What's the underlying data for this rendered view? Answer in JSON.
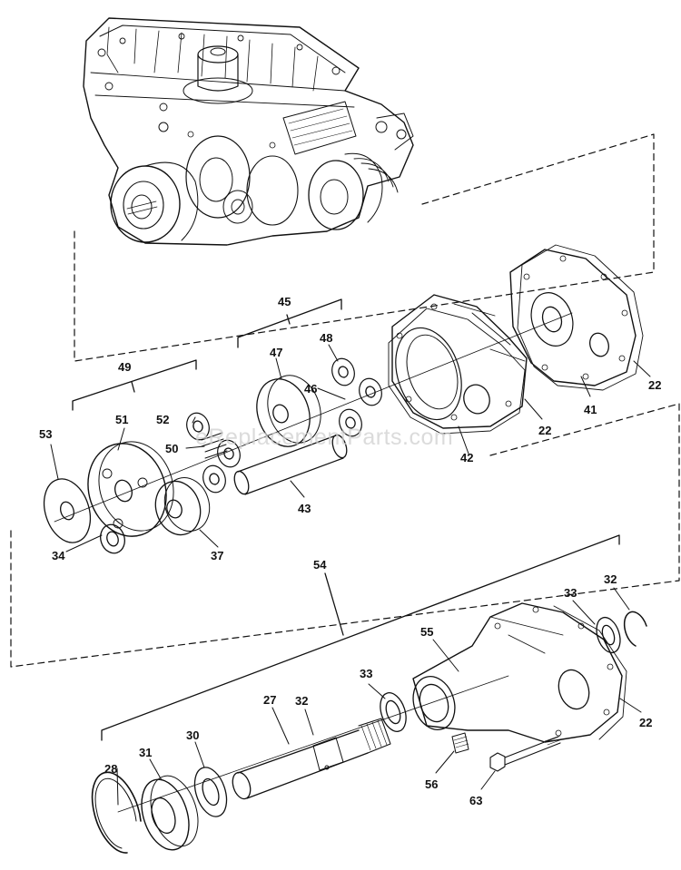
{
  "watermark": "eReplacementParts.com",
  "colors": {
    "ink": "#111111",
    "watermark": "#cfcfcf",
    "background": "#ffffff"
  },
  "labels": {
    "p22a": "22",
    "p22b": "22",
    "p22c": "22",
    "p27": "27",
    "p28": "28",
    "p30": "30",
    "p31": "31",
    "p32a": "32",
    "p32b": "32",
    "p33a": "33",
    "p33b": "33",
    "p34": "34",
    "p37": "37",
    "p41": "41",
    "p42": "42",
    "p43": "43",
    "p45": "45",
    "p46": "46",
    "p47": "47",
    "p48": "48",
    "p49": "49",
    "p50": "50",
    "p51": "51",
    "p52": "52",
    "p53": "53",
    "p54": "54",
    "p55": "55",
    "p56": "56",
    "p63": "63"
  }
}
